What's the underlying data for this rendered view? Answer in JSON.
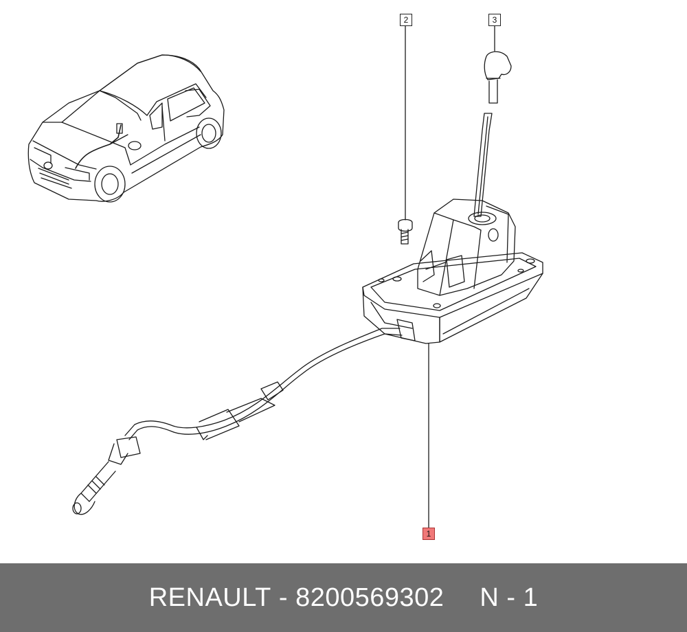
{
  "callouts": {
    "part_1": "1",
    "part_2": "2",
    "part_3": "3"
  },
  "footer": {
    "brand": "RENAULT",
    "dash": " - ",
    "part_number": "8200569302",
    "n_label": "N - 1"
  },
  "colors": {
    "footer_bg": "#6e6e6e",
    "footer_text": "#ffffff",
    "highlight": "#f07878",
    "line": "#1a1a1a"
  }
}
